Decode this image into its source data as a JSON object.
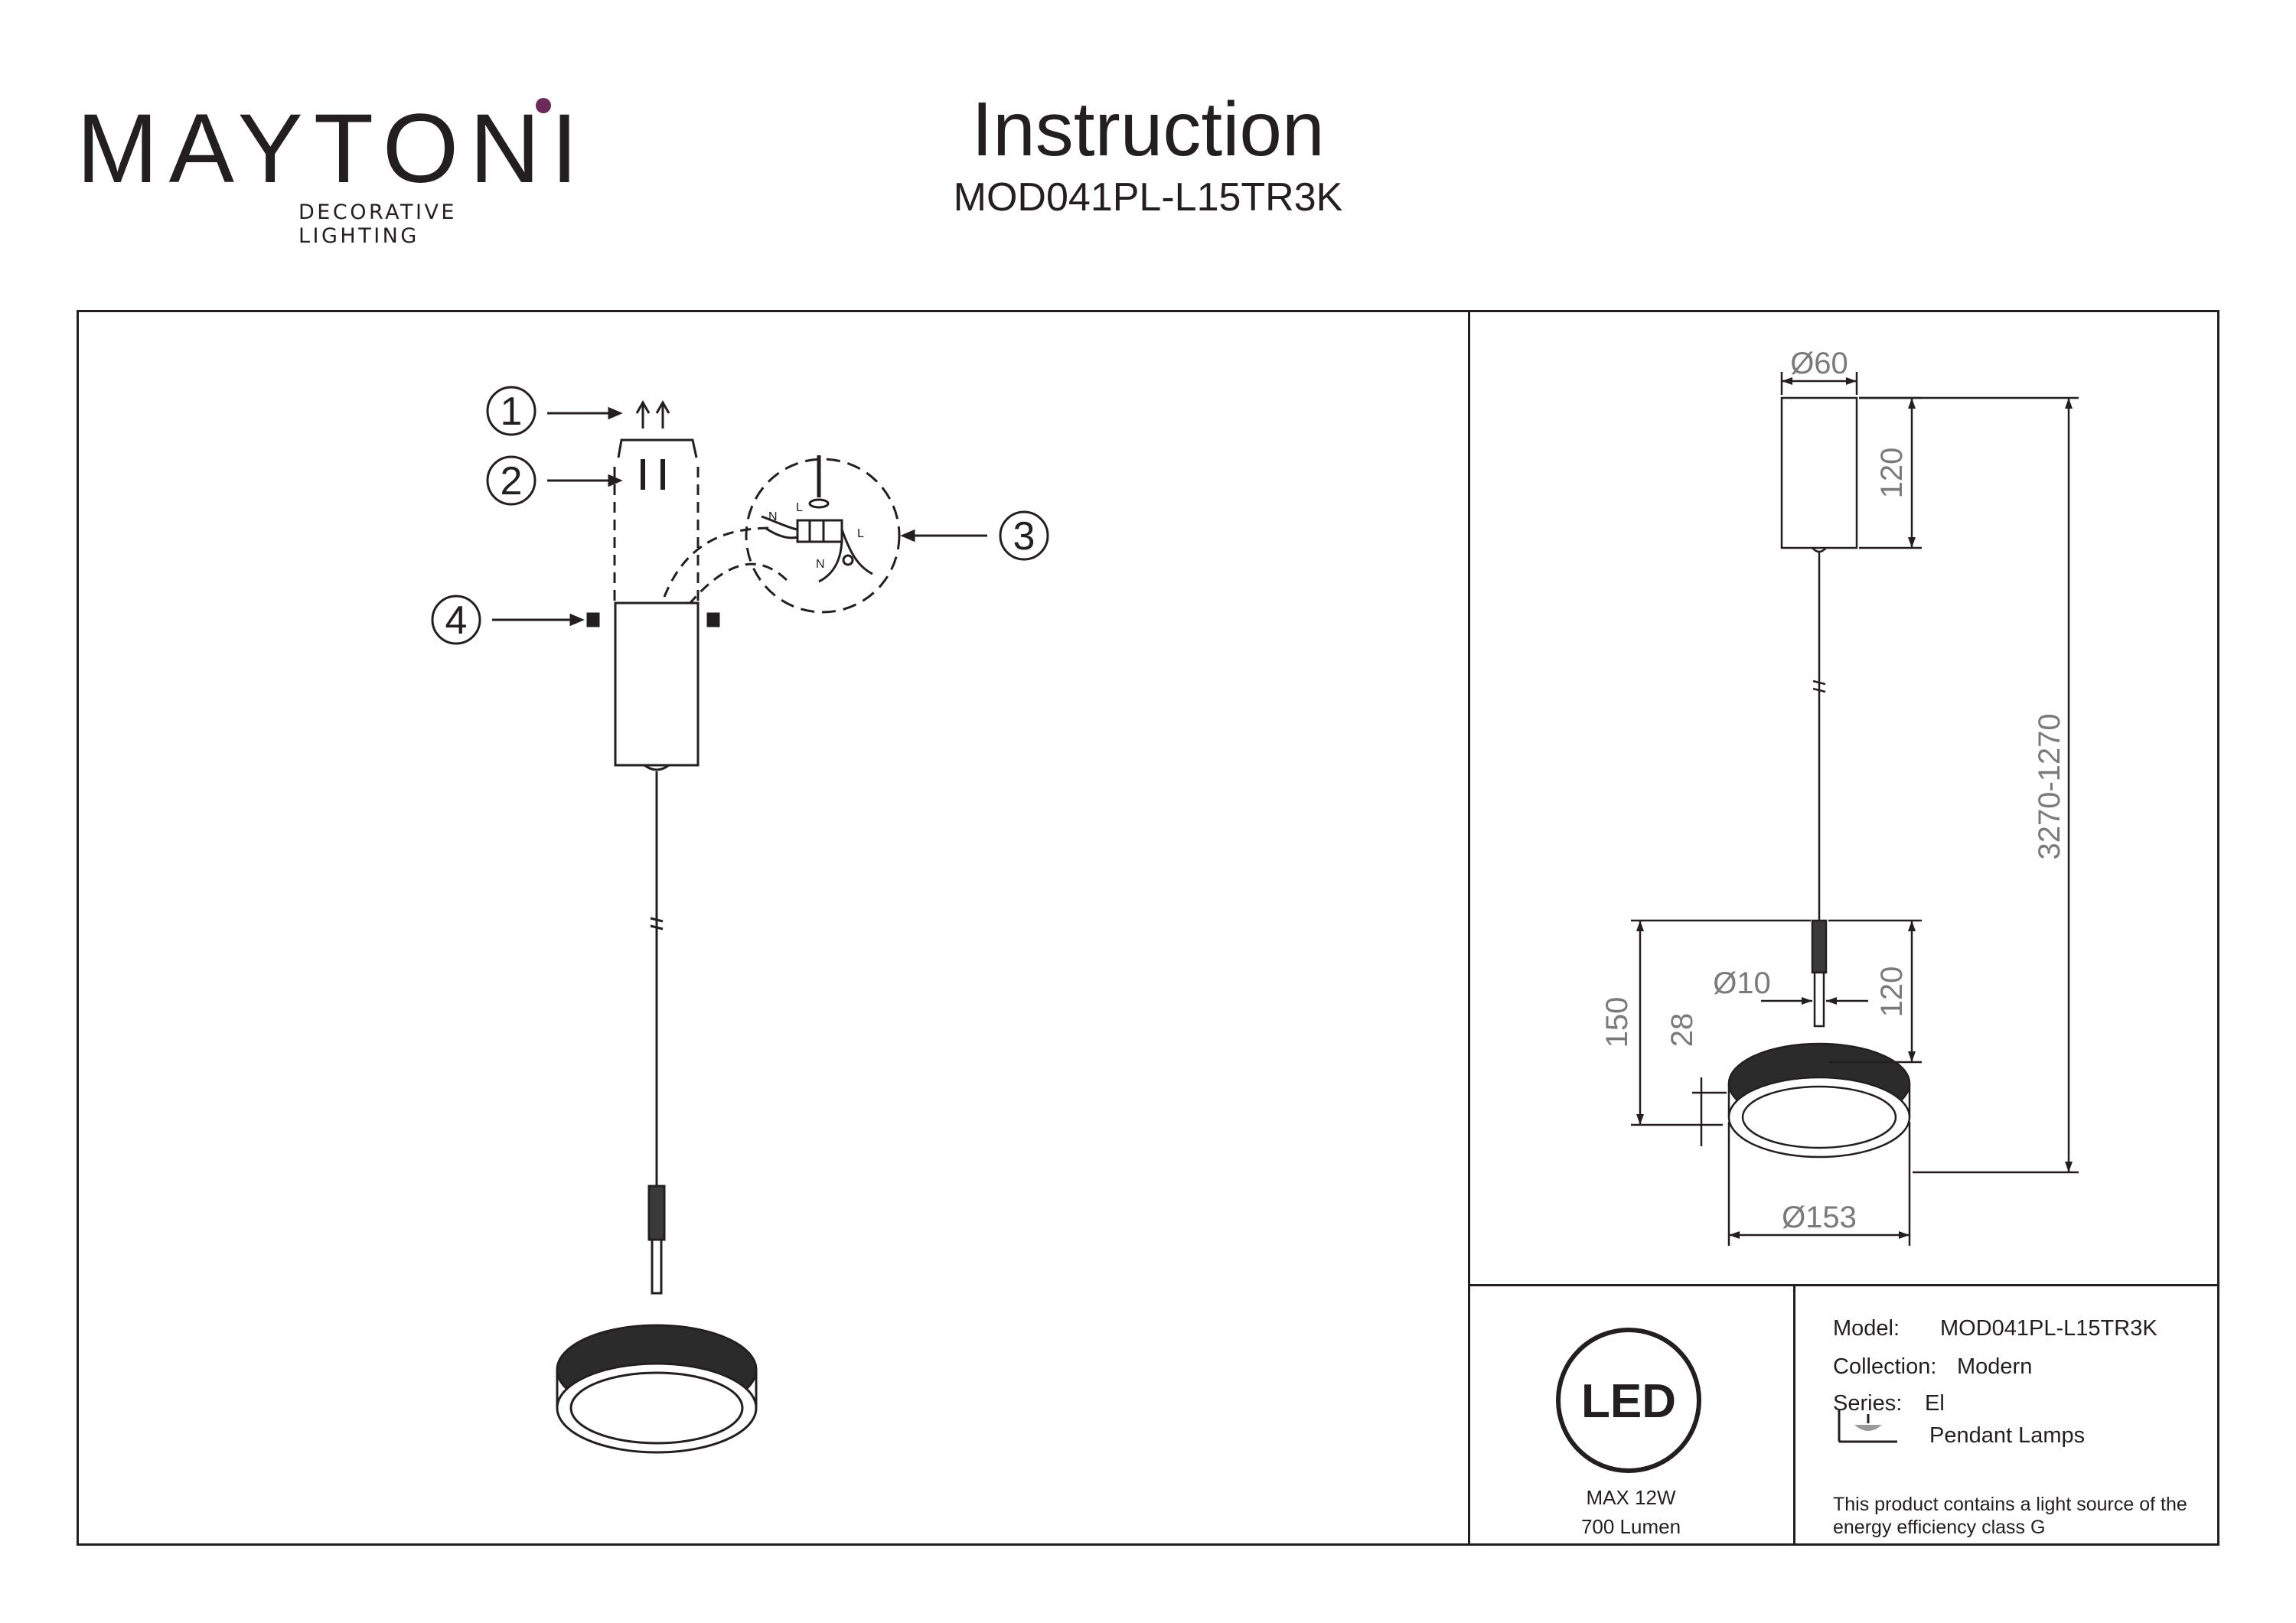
{
  "brand": {
    "name": "MAYTONI",
    "tagline": "DECORATIVE LIGHTING",
    "accent_color": "#6b2a5a"
  },
  "header": {
    "title": "Instruction",
    "model_code": "MOD041PL-L15TR3K"
  },
  "assembly": {
    "callouts": [
      "1",
      "2",
      "3",
      "4"
    ],
    "wiring_labels": [
      "N",
      "L",
      "N",
      "L"
    ]
  },
  "dimensions": {
    "canopy_diameter": "Ø60",
    "canopy_height": "120",
    "total_height": "3270-1270",
    "rod_diameter": "Ø10",
    "rod_height": "120",
    "lamp_height": "150",
    "shade_height": "28",
    "shade_diameter": "Ø153"
  },
  "led_badge": {
    "icon": "led-icon",
    "power": "MAX 12W",
    "lumen": "700 Lumen"
  },
  "specs": {
    "model_label": "Model:",
    "model_value": "MOD041PL-L15TR3K",
    "collection_label": "Collection:",
    "collection_value": "Modern",
    "series_label": "Series:",
    "series_value": "El",
    "type_icon": "pendant-lamp-icon",
    "type_value": "Pendant Lamps",
    "energy_note_line1": "This product contains a light source of the",
    "energy_note_line2": "energy efficiency class G"
  }
}
